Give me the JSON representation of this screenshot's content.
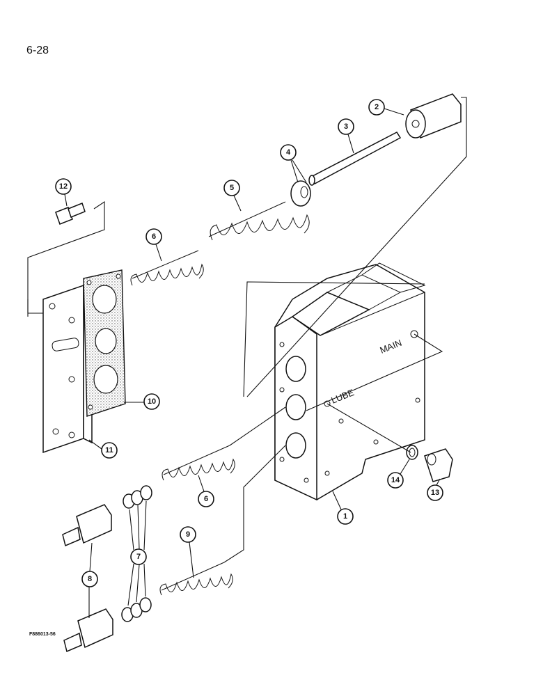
{
  "page_number": "6-28",
  "figure_code": "F886013-56",
  "body_labels": {
    "main": "MAIN",
    "lube": "LUBE"
  },
  "callouts": [
    "1",
    "2",
    "3",
    "4",
    "5",
    "6",
    "6",
    "7",
    "8",
    "9",
    "10",
    "11",
    "12",
    "13",
    "14"
  ]
}
